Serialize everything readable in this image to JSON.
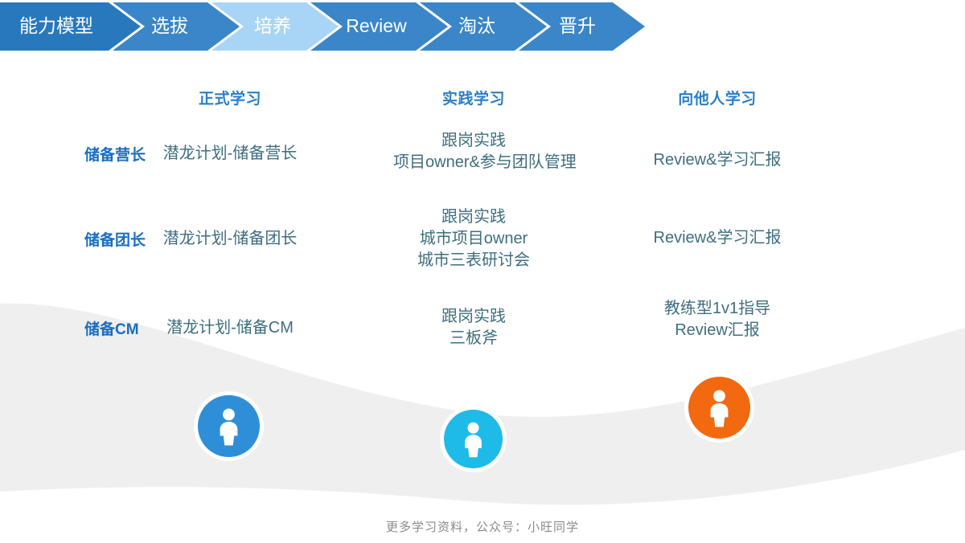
{
  "process_bar": {
    "active_index": 2,
    "colors": {
      "dark": "#2878bd",
      "mid": "#3a86c8",
      "active": "#a8d5f5",
      "label": "#ffffff"
    },
    "steps": [
      {
        "label": "能力模型"
      },
      {
        "label": "选拔"
      },
      {
        "label": "培养"
      },
      {
        "label": "Review"
      },
      {
        "label": "淘汰"
      },
      {
        "label": "晋升"
      }
    ]
  },
  "matrix": {
    "headers": [
      {
        "label": "正式学习"
      },
      {
        "label": "实践学习"
      },
      {
        "label": "向他人学习"
      }
    ],
    "rows": [
      {
        "label": "储备营长",
        "formal": [
          "潜龙计划-储备营长"
        ],
        "practice": [
          "跟岗实践",
          "项目owner&参与团队管理"
        ],
        "others": [
          "Review&学习汇报"
        ]
      },
      {
        "label": "储备团长",
        "formal": [
          "潜龙计划-储备团长"
        ],
        "practice": [
          "跟岗实践",
          "城市项目owner",
          "城市三表研讨会"
        ],
        "others": [
          "Review&学习汇报"
        ]
      },
      {
        "label": "储备CM",
        "formal": [
          "潜龙计划-储备CM"
        ],
        "practice": [
          "跟岗实践",
          "三板斧"
        ],
        "others": [
          "教练型1v1指导",
          "Review汇报"
        ]
      }
    ],
    "colors": {
      "header": "#2a7fc9",
      "row_label": "#1a6ec0",
      "cell_text": "#3e6e7e"
    }
  },
  "badges": [
    {
      "name": "person-icon-formal",
      "color": "#2e8fd8"
    },
    {
      "name": "person-icon-practice",
      "color": "#1fbbe8"
    },
    {
      "name": "person-icon-others",
      "color": "#f2690f"
    }
  ],
  "background": {
    "wave_color": "#efefef"
  },
  "footer": {
    "note": "更多学习资料，公众号：小旺同学"
  }
}
